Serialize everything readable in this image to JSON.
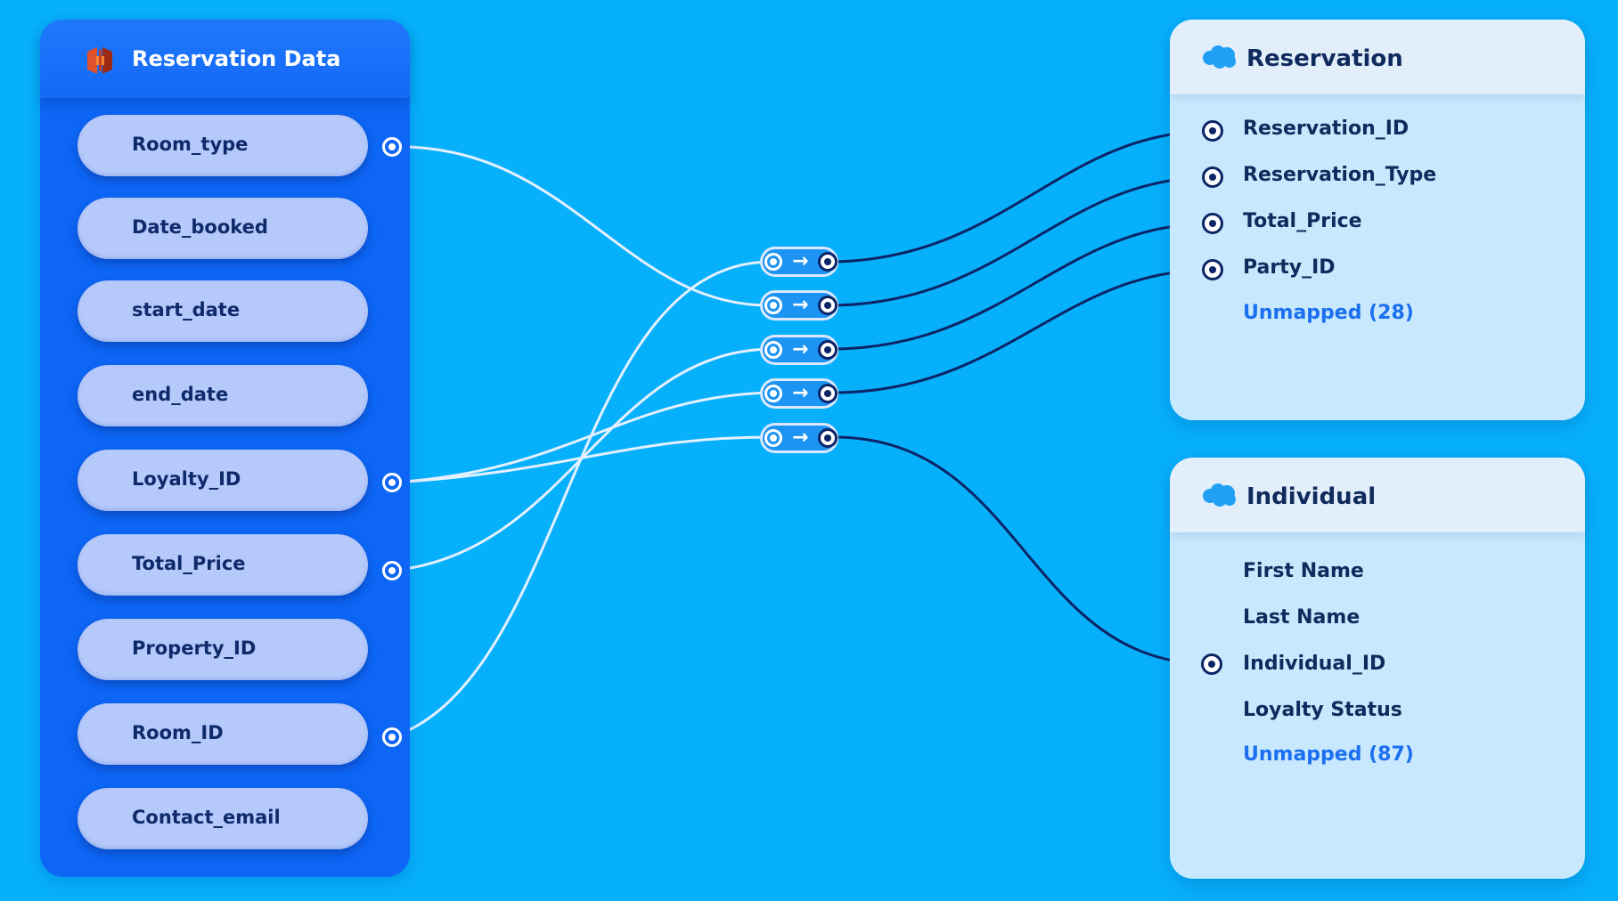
{
  "colors": {
    "background": "#07b0fb",
    "source_panel": "#0d66f5",
    "source_field": "#b5c9fb",
    "target_panel": "#c8e9fd",
    "source_wire": "#e4f0ff",
    "target_wire": "#0b2466",
    "unmapped_text": "#1b6ff0"
  },
  "source": {
    "title": "Reservation Data",
    "icon": "aws-s3-bucket-icon",
    "fields": [
      {
        "label": "Room_type",
        "connected": true
      },
      {
        "label": "Date_booked",
        "connected": false
      },
      {
        "label": "start_date",
        "connected": false
      },
      {
        "label": "end_date",
        "connected": false
      },
      {
        "label": "Loyalty_ID",
        "connected": true
      },
      {
        "label": "Total_Price",
        "connected": true
      },
      {
        "label": "Property_ID",
        "connected": false
      },
      {
        "label": "Room_ID",
        "connected": true
      },
      {
        "label": "Contact_email",
        "connected": false
      }
    ]
  },
  "mapping_chip_icon": "arrow-right-icon",
  "targets": [
    {
      "title": "Reservation",
      "icon": "salesforce-cloud-icon",
      "fields": [
        {
          "label": "Reservation_ID",
          "connected": true
        },
        {
          "label": "Reservation_Type",
          "connected": true
        },
        {
          "label": "Total_Price",
          "connected": true
        },
        {
          "label": "Party_ID",
          "connected": true
        }
      ],
      "unmapped": "Unmapped (28)"
    },
    {
      "title": "Individual",
      "icon": "salesforce-cloud-icon",
      "fields": [
        {
          "label": "First Name",
          "connected": false
        },
        {
          "label": "Last Name",
          "connected": false
        },
        {
          "label": "Individual_ID",
          "connected": true
        },
        {
          "label": "Loyalty Status",
          "connected": false
        }
      ],
      "unmapped": "Unmapped (87)"
    }
  ],
  "mappings": [
    {
      "source": "Room_ID",
      "target": "Reservation_ID"
    },
    {
      "source": "Room_type",
      "target": "Reservation_Type"
    },
    {
      "source": "Total_Price",
      "target": "Total_Price"
    },
    {
      "source": "Loyalty_ID",
      "target": "Party_ID"
    },
    {
      "source": "Loyalty_ID",
      "target": "Individual_ID"
    }
  ]
}
